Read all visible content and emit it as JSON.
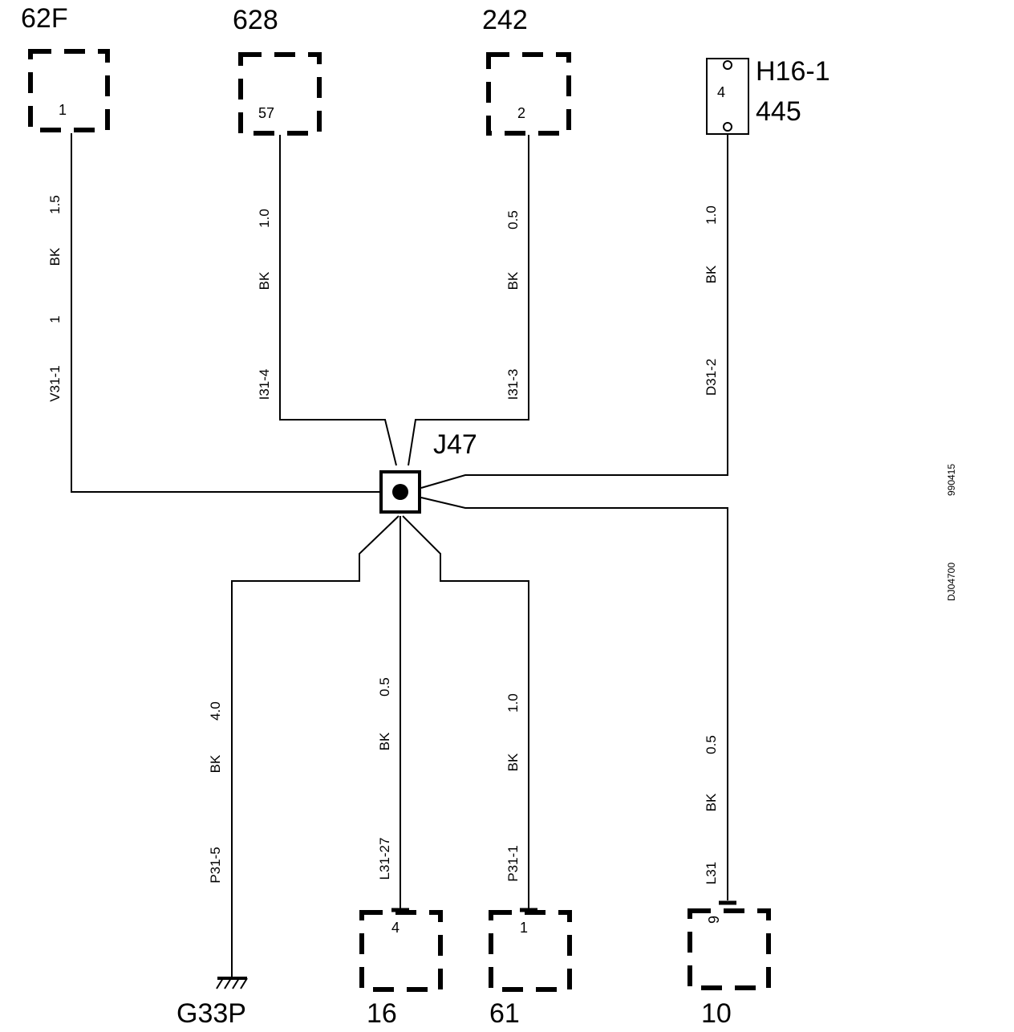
{
  "diagram": {
    "junction": "J47",
    "connectors": {
      "c62f": {
        "label": "62F",
        "pin": "1"
      },
      "c628": {
        "label": "628",
        "pin": "57"
      },
      "c242": {
        "label": "242",
        "pin": "2"
      },
      "h161": {
        "label": "H16-1",
        "label2": "445",
        "pin": "4"
      },
      "c16": {
        "label": "16",
        "pin": "4"
      },
      "c61": {
        "label": "61",
        "pin": "1"
      },
      "c10": {
        "label": "10",
        "pin": "9"
      },
      "ground": {
        "label": "G33P"
      }
    },
    "wires": {
      "w62f": {
        "size": "1.5",
        "color": "BK",
        "num": "1",
        "id": "V31-1"
      },
      "w628": {
        "size": "1.0",
        "color": "BK",
        "id": "I31-4"
      },
      "w242": {
        "size": "0.5",
        "color": "BK",
        "id": "I31-3"
      },
      "wh161": {
        "size": "1.0",
        "color": "BK",
        "id": "D31-2"
      },
      "wg33p": {
        "size": "4.0",
        "color": "BK",
        "id": "P31-5"
      },
      "w16": {
        "size": "0.5",
        "color": "BK",
        "id": "L31-27"
      },
      "w61": {
        "size": "1.0",
        "color": "BK",
        "id": "P31-1"
      },
      "w10": {
        "size": "0.5",
        "color": "BK",
        "id": "L31"
      }
    },
    "side_codes": {
      "code1": "990415",
      "code2": "DJ04700"
    }
  }
}
